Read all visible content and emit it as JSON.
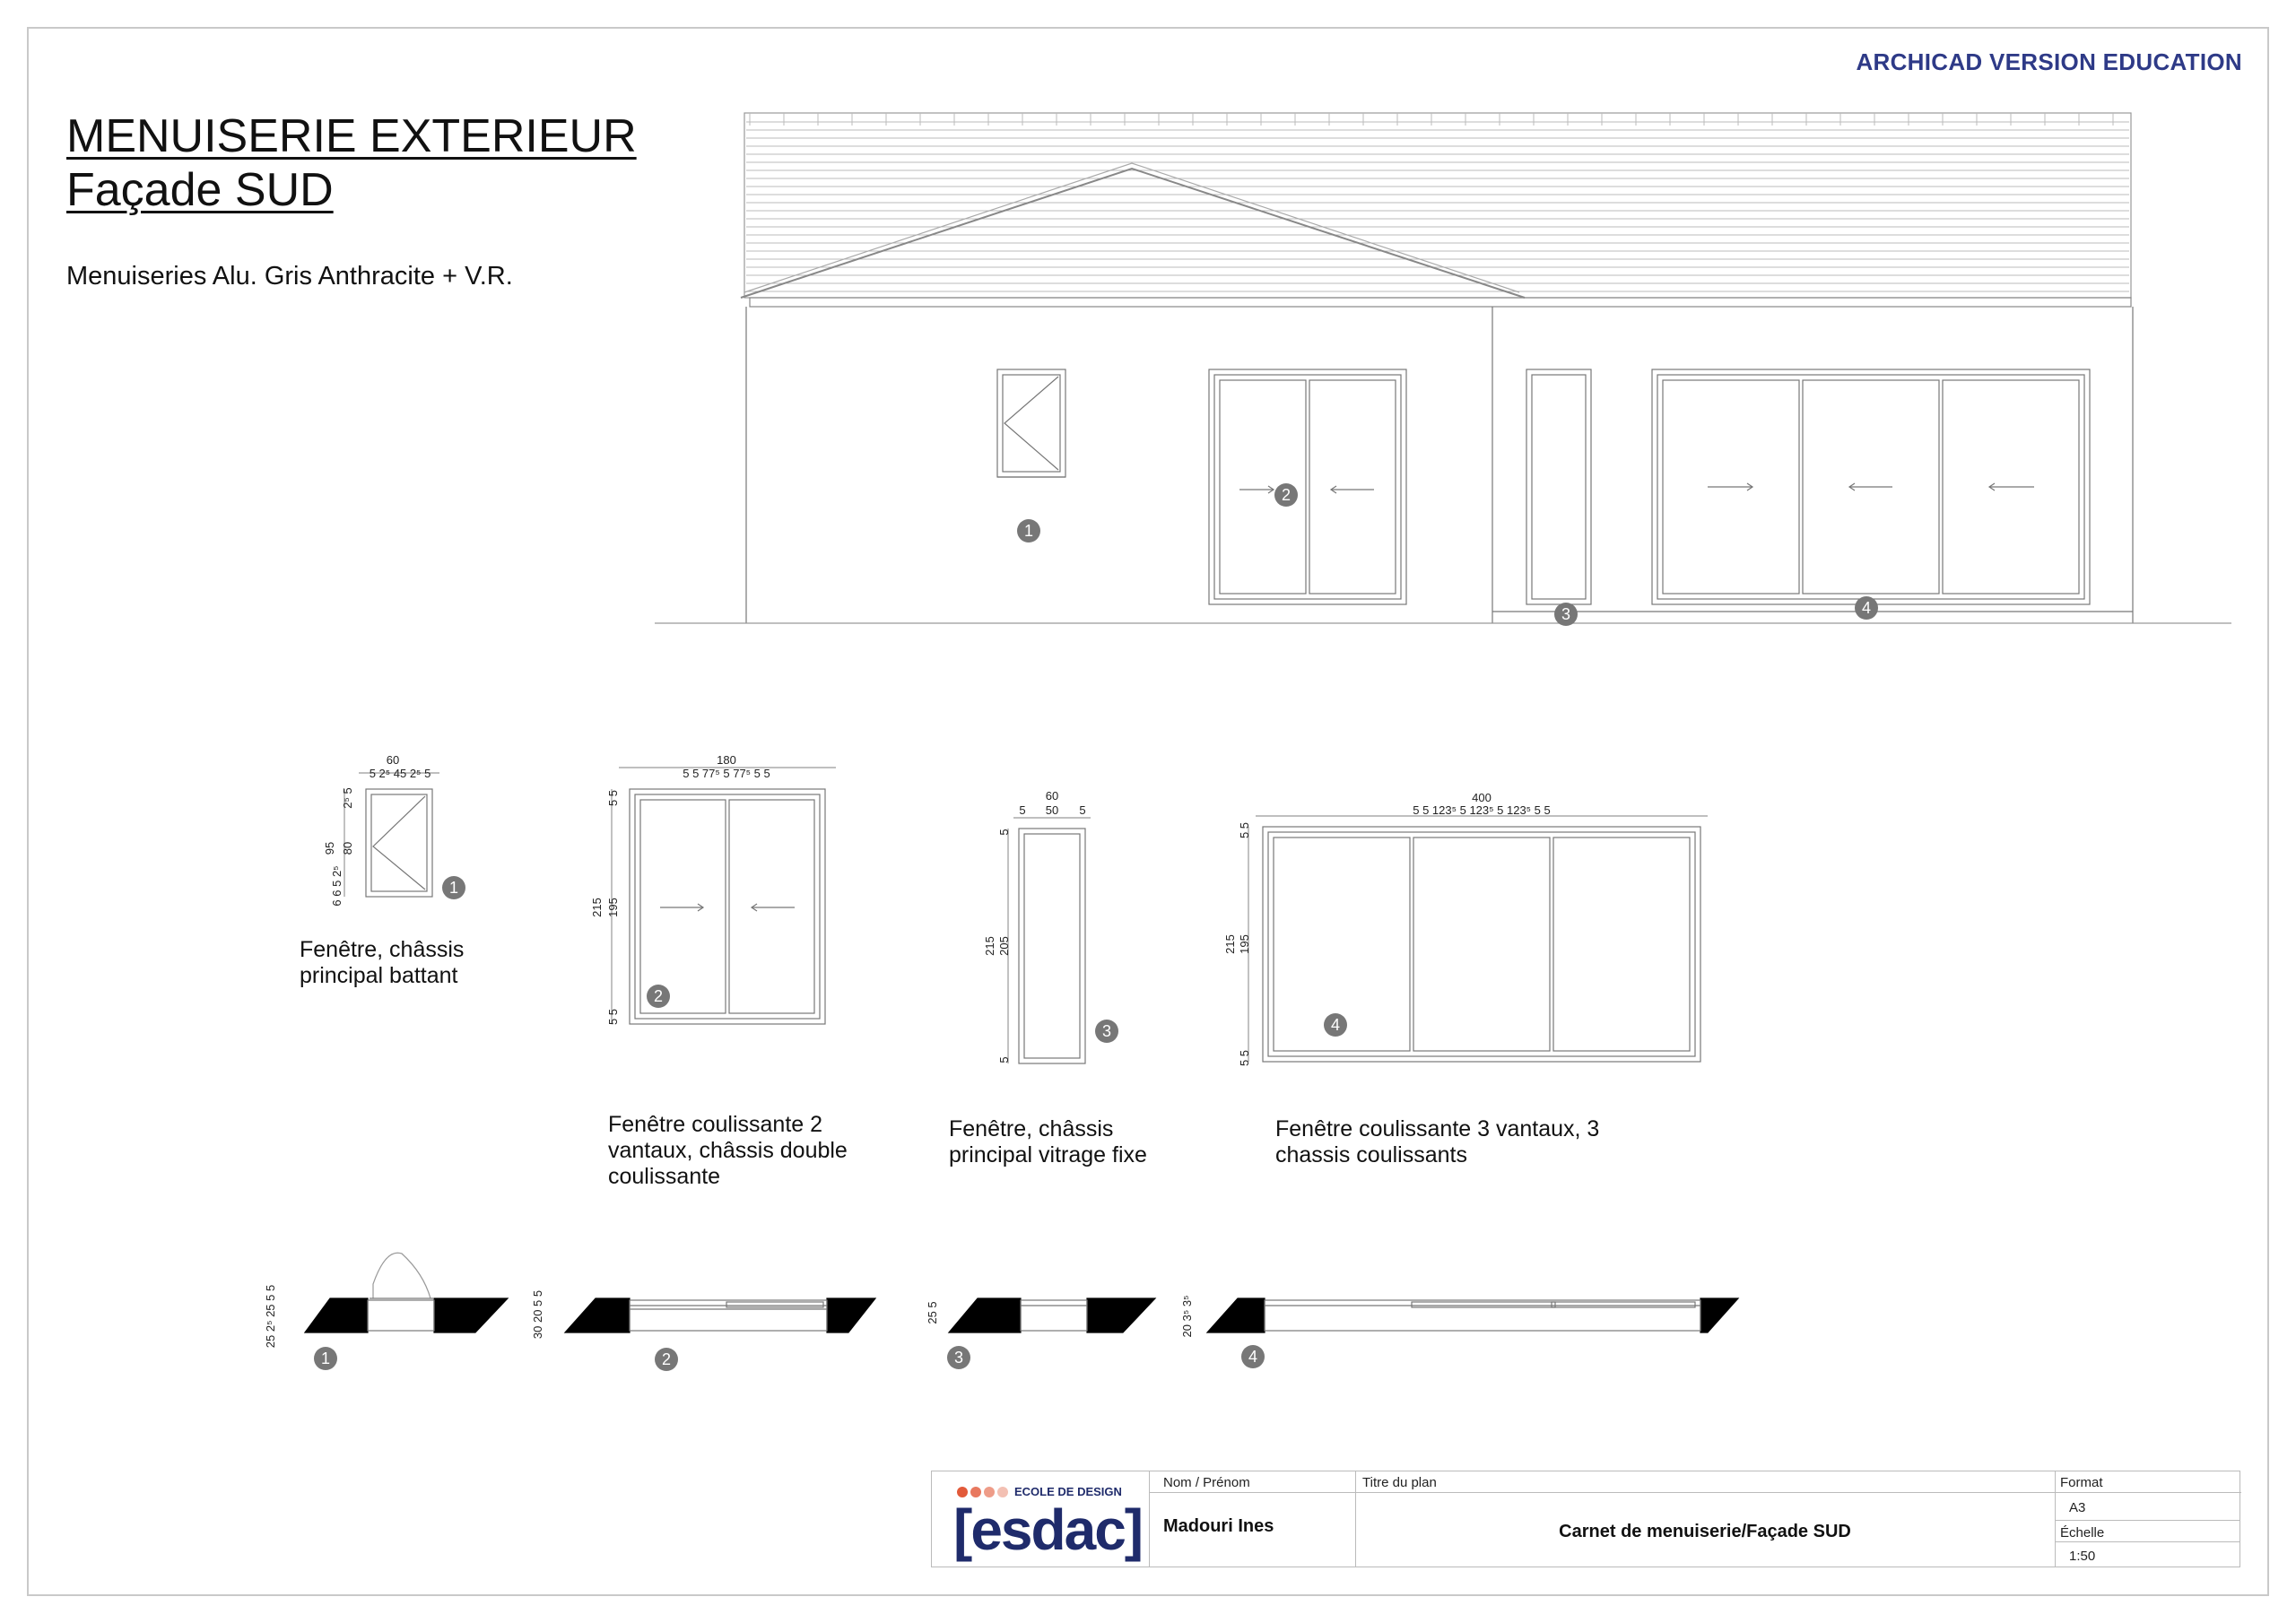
{
  "header": {
    "edition_watermark": "ARCHICAD VERSION EDUCATION",
    "title_line1": "MENUISERIE EXTERIEUR",
    "title_line2": "Façade SUD ",
    "subtitle": "Menuiseries Alu. Gris Anthracite + V.R."
  },
  "markers": [
    "1",
    "2",
    "3",
    "4"
  ],
  "windows": [
    {
      "id": "1",
      "caption": "Fenêtre, châssis\nprincipal battant",
      "dims": {
        "width": "60",
        "parts": [
          "5",
          "2⁵",
          "45",
          "2⁵",
          "5"
        ],
        "height": "95",
        "height_inner": "80",
        "top": "2⁵ 5",
        "bottom": "6 6 5 2⁵"
      }
    },
    {
      "id": "2",
      "caption": "Fenêtre coulissante 2\nvantaux, châssis double\ncoulissante",
      "dims": {
        "width": "180",
        "parts": [
          "5",
          "5",
          "77⁵",
          "5",
          "77⁵",
          "5",
          "5"
        ],
        "height": "215",
        "height_inner": "195",
        "top": "5 5",
        "bottom": "5 5"
      }
    },
    {
      "id": "3",
      "caption": "Fenêtre, châssis\nprincipal vitrage fixe",
      "dims": {
        "width": "60",
        "inner": "50",
        "parts": [
          "5",
          "5"
        ],
        "height": "215",
        "height_inner": "205",
        "top": "5",
        "bottom": "5"
      }
    },
    {
      "id": "4",
      "caption": "Fenêtre coulissante 3 vantaux, 3\nchassis coulissants",
      "dims": {
        "width": "400",
        "parts": [
          "5",
          "5",
          "123⁵",
          "5",
          "123⁵",
          "5",
          "123⁵",
          "5",
          "5"
        ],
        "height": "215",
        "height_inner": "195",
        "top": "5 5",
        "bottom": "5 5"
      }
    }
  ],
  "sections": [
    {
      "id": "1",
      "dims": "25 2⁵ 25 5 5"
    },
    {
      "id": "2",
      "dims": "30 20 5 5"
    },
    {
      "id": "3",
      "dims": "25 5"
    },
    {
      "id": "4",
      "dims": "20 3⁵ 3⁵"
    }
  ],
  "title_block": {
    "school": "ECOLE DE DESIGN",
    "logo": "[esdac]",
    "logo_dot_colors": [
      "#e25a3a",
      "#e8785f",
      "#ee9c88",
      "#f3c0b3"
    ],
    "name_label": "Nom / Prénom",
    "name_value": "Madouri Ines",
    "plan_label": "Titre du plan",
    "plan_value": "Carnet de menuiserie/Façade SUD",
    "format_label": "Format",
    "format_value": "A3",
    "scale_label": "Échelle",
    "scale_value": "1:50"
  }
}
